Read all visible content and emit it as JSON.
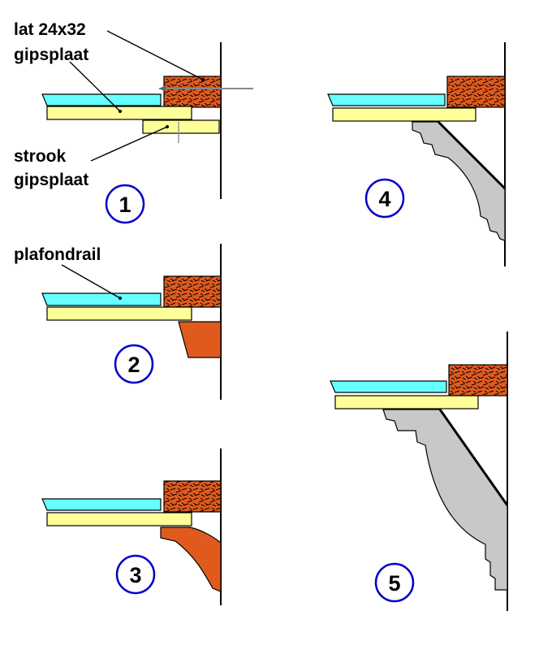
{
  "labels": {
    "lat": "lat 24x32",
    "gipsplaat": "gipsplaat",
    "strook_line1": "strook",
    "strook_line2": "gipsplaat",
    "plafondrail": "plafondrail"
  },
  "details": [
    {
      "number": "1"
    },
    {
      "number": "2"
    },
    {
      "number": "3"
    },
    {
      "number": "4"
    },
    {
      "number": "5"
    }
  ],
  "colors": {
    "cyan_layer": "#66ffff",
    "yellow_board": "#ffff99",
    "brick": "#e05a1e",
    "molding": "#c8c8c8",
    "circle_stroke": "#0000cc"
  }
}
